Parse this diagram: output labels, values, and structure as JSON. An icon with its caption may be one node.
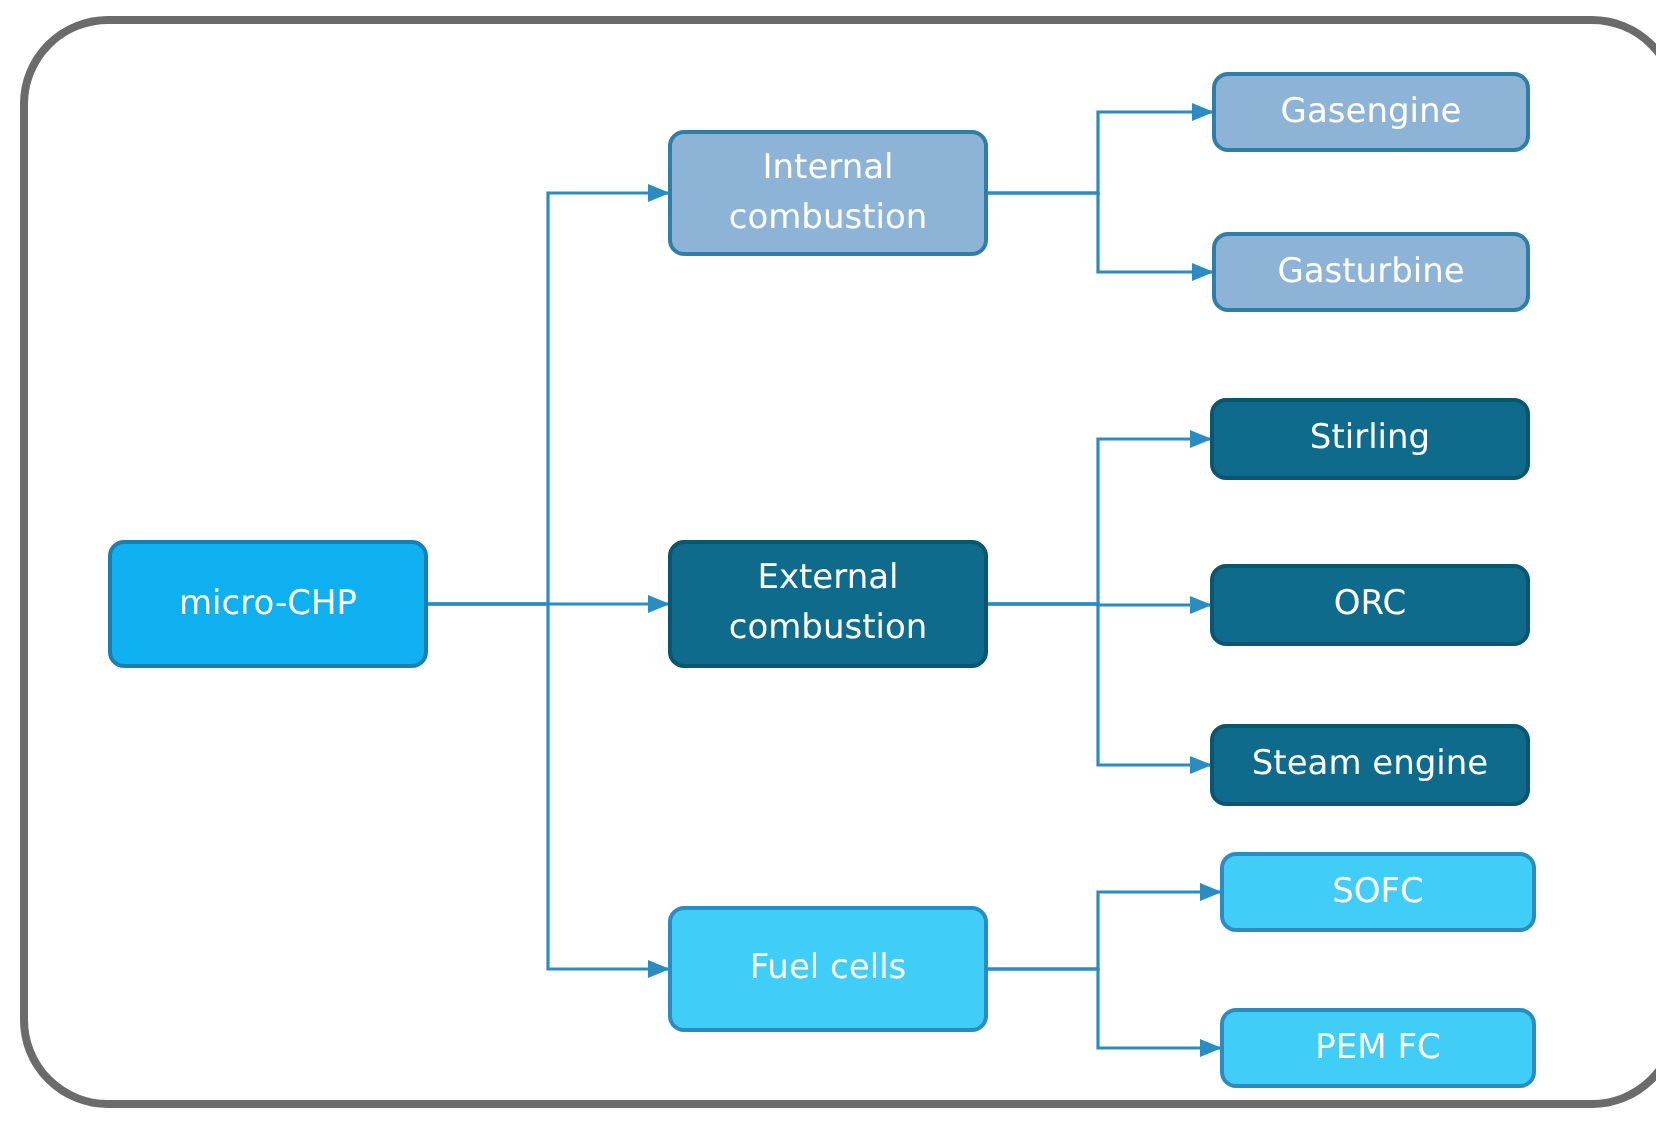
{
  "diagram": {
    "nodes": [
      {
        "text": [
          "micro-CHP"
        ]
      },
      {
        "text": [
          "Internal combustion"
        ]
      },
      {
        "text": [
          "External combustion"
        ]
      },
      {
        "text": [
          "Fuel cells"
        ]
      },
      {
        "text": [
          "Gasengine"
        ]
      },
      {
        "text": [
          "Gasturbine"
        ]
      },
      {
        "text": [
          "Stirling"
        ]
      },
      {
        "text": [
          "ORC"
        ]
      },
      {
        "text": [
          "Steam engine"
        ]
      },
      {
        "text": [
          "SOFC"
        ]
      },
      {
        "text": [
          "PEM FC"
        ]
      }
    ],
    "edges": [
      {
        "from": 0,
        "to": 1,
        "arrow": "to"
      },
      {
        "from": 0,
        "to": 2,
        "arrow": "to"
      },
      {
        "from": 0,
        "to": 3,
        "arrow": "to"
      },
      {
        "from": 1,
        "to": 4,
        "arrow": "to"
      },
      {
        "from": 1,
        "to": 5,
        "arrow": "to"
      },
      {
        "from": 2,
        "to": 6,
        "arrow": "to"
      },
      {
        "from": 2,
        "to": 7,
        "arrow": "to"
      },
      {
        "from": 2,
        "to": 8,
        "arrow": "to"
      },
      {
        "from": 3,
        "to": 9,
        "arrow": "to"
      },
      {
        "from": 3,
        "to": 10,
        "arrow": "to"
      }
    ]
  }
}
